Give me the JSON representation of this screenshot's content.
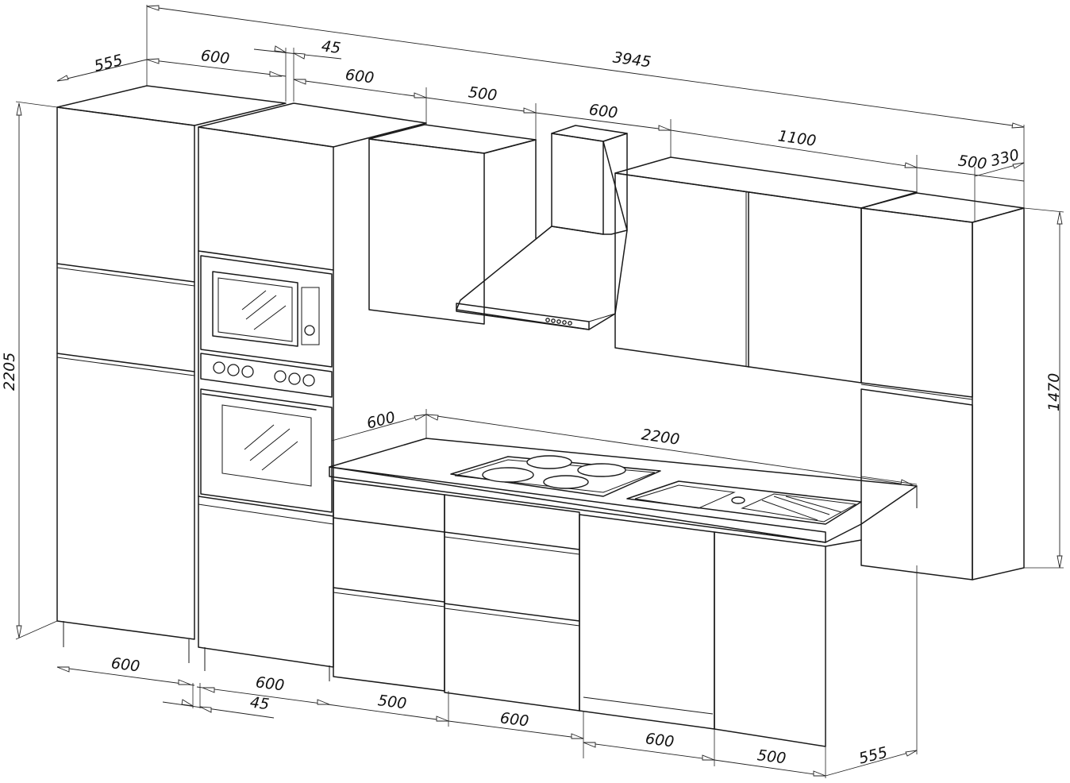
{
  "dimensions": {
    "overall_width": "3945",
    "top_tall_depth": "555",
    "top_tall_width": "600",
    "top_gap": "45",
    "top_oven_tower_width": "600",
    "top_wall_cabinet_width": "500",
    "top_hood_width": "600",
    "top_wall_double_width": "1100",
    "top_right_tall_width": "500",
    "top_right_tall_depth": "330",
    "left_height": "2205",
    "right_height": "1470",
    "counter_depth": "600",
    "counter_length": "2200",
    "bottom_tall_width": "600",
    "bottom_oven_tower_width": "600",
    "bottom_gap": "45",
    "bottom_drawer_500": "500",
    "bottom_drawer_600": "600",
    "bottom_sink_600": "600",
    "bottom_door_500": "500",
    "bottom_depth": "555"
  }
}
